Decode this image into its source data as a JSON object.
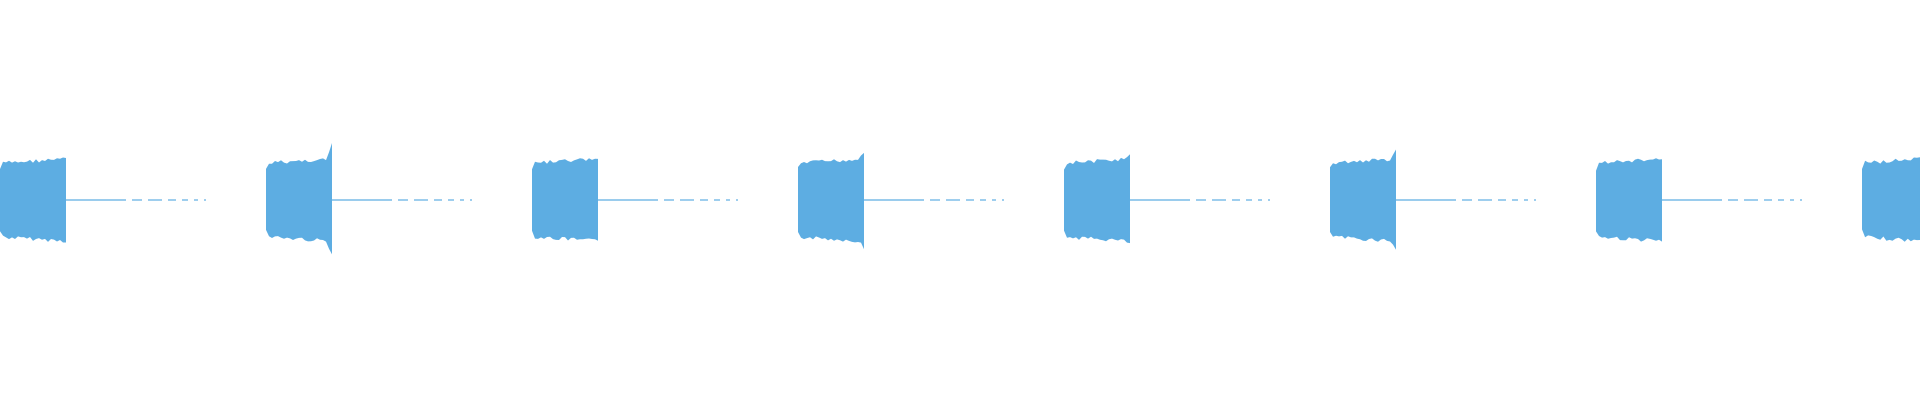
{
  "waveform": {
    "color": "#5dade2",
    "background": "#ffffff",
    "pattern": "burst-and-silence",
    "burst_count": 8,
    "bursts": [
      {
        "index": 1,
        "flare": "none"
      },
      {
        "index": 2,
        "flare": "strong"
      },
      {
        "index": 3,
        "flare": "none"
      },
      {
        "index": 4,
        "flare": "medium"
      },
      {
        "index": 5,
        "flare": "light"
      },
      {
        "index": 6,
        "flare": "medium"
      },
      {
        "index": 7,
        "flare": "none"
      },
      {
        "index": 8,
        "flare": "none"
      }
    ]
  }
}
